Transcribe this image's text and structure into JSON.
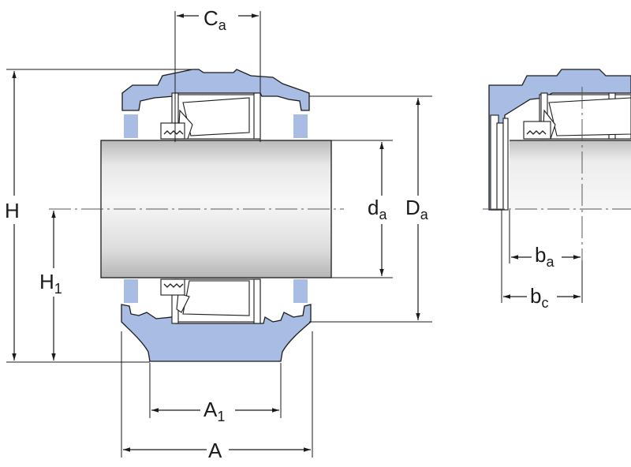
{
  "colors": {
    "housing": "#a9bde4",
    "line": "#1a1a1a",
    "shaft_light": "#f4f4f4",
    "shaft_dark": "#b9b9b9"
  },
  "labels": {
    "Ca": {
      "main": "C",
      "sub": "a"
    },
    "H": {
      "main": "H",
      "sub": ""
    },
    "H1": {
      "main": "H",
      "sub": "1"
    },
    "da": {
      "main": "d",
      "sub": "a"
    },
    "Da": {
      "main": "D",
      "sub": "a"
    },
    "A1": {
      "main": "A",
      "sub": "1"
    },
    "A": {
      "main": "A",
      "sub": ""
    },
    "ba": {
      "main": "b",
      "sub": "a"
    },
    "bc": {
      "main": "b",
      "sub": "c"
    }
  }
}
